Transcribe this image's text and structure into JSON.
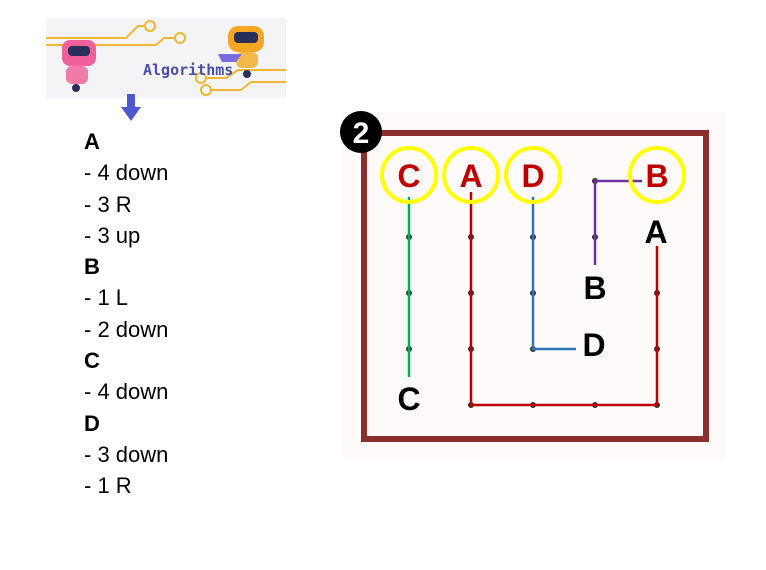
{
  "banner": {
    "title": "Algorithms"
  },
  "badge": "2",
  "steps": [
    {
      "letter": "A",
      "moves": [
        "- 4 down",
        "- 3 R",
        "- 3 up"
      ]
    },
    {
      "letter": "B",
      "moves": [
        "- 1 L",
        "- 2 down"
      ]
    },
    {
      "letter": "C",
      "moves": [
        "- 4 down"
      ]
    },
    {
      "letter": "D",
      "moves": [
        "- 3 down",
        "- 1 R"
      ]
    }
  ],
  "grid": {
    "start_labels": [
      "C",
      "A",
      "D",
      "B"
    ],
    "end_labels": [
      "A",
      "B",
      "D",
      "C"
    ]
  },
  "colors": {
    "A": "#c00000",
    "B": "#7030a0",
    "C": "#00b050",
    "D": "#2e75b6",
    "highlight": "#ffff00",
    "frame": "#8b2e2e"
  }
}
